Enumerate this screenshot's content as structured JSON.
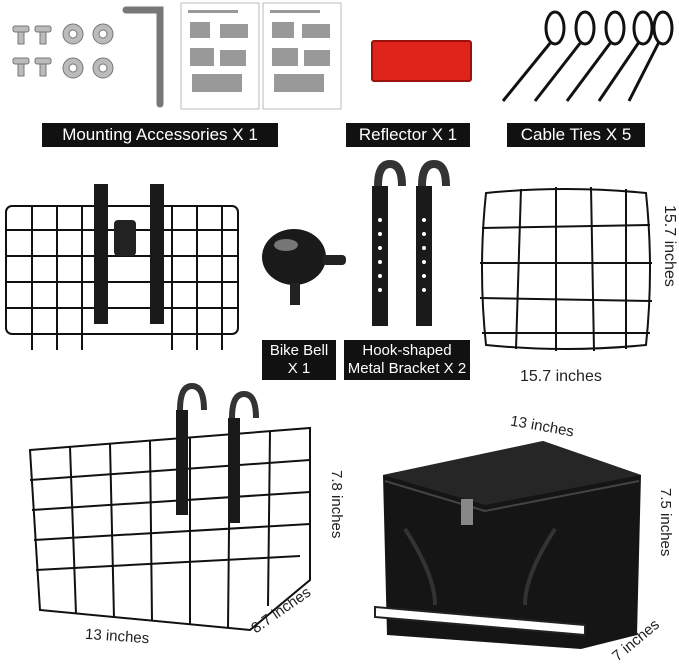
{
  "labels": {
    "mounting": "Mounting Accessories X 1",
    "reflector": "Reflector X 1",
    "cable_ties": "Cable Ties X 5",
    "bell_line1": "Bike Bell",
    "bell_line2": "X 1",
    "bracket_line1": "Hook-shaped",
    "bracket_line2": "Metal Bracket X 2"
  },
  "dimensions": {
    "net_width": "15.7 inches",
    "net_height": "15.7 inches",
    "basket_width": "13 inches",
    "basket_depth": "8.7 inches",
    "basket_height": "7.8 inches",
    "bag_width": "13 inches",
    "bag_height": "7.5 inches",
    "bag_depth": "7 inches"
  },
  "colors": {
    "label_bg": "#111111",
    "reflector": "#e0241b",
    "metal": "#1a1a1a"
  }
}
